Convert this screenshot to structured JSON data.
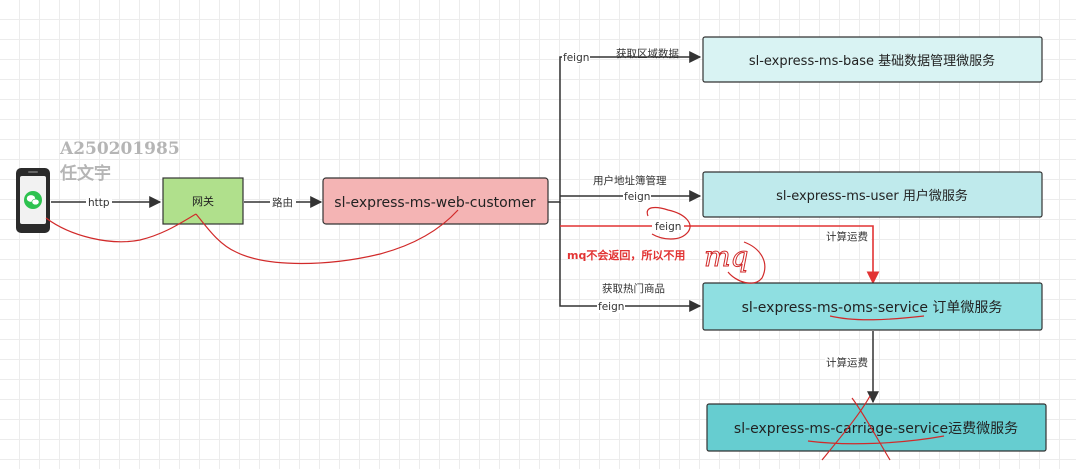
{
  "colors": {
    "gateway": "#b0e08c",
    "web_customer": "#f4b4b4",
    "base": "#d9f3f3",
    "user": "#bfeaec",
    "oms": "#8fdfe1",
    "carriage": "#66cdd0",
    "annotation_red": "#e23333"
  },
  "watermark": {
    "line1": "A250201985",
    "line2": "任文宇"
  },
  "phone": {
    "icon": "wechat-icon"
  },
  "nodes": {
    "gateway": "网关",
    "web_customer": "sl-express-ms-web-customer",
    "base": "sl-express-ms-base  基础数据管理微服务",
    "user": "sl-express-ms-user  用户微服务",
    "oms": "sl-express-ms-oms-service  订单微服务",
    "carriage": "sl-express-ms-carriage-service运费微服务"
  },
  "edges": {
    "http": "http",
    "route": "路由",
    "feign_base": "feign",
    "area_data": "获取区域数据",
    "user_address": "用户地址簿管理",
    "feign_user": "feign",
    "feign_red": "feign",
    "calc_freight_1": "计算运费",
    "hot_goods": "获取热门商品",
    "feign_oms": "feign",
    "calc_freight_2": "计算运费"
  },
  "annotations": {
    "mq_note": "mq不会返回，所以不用",
    "handwriting": "mq"
  }
}
